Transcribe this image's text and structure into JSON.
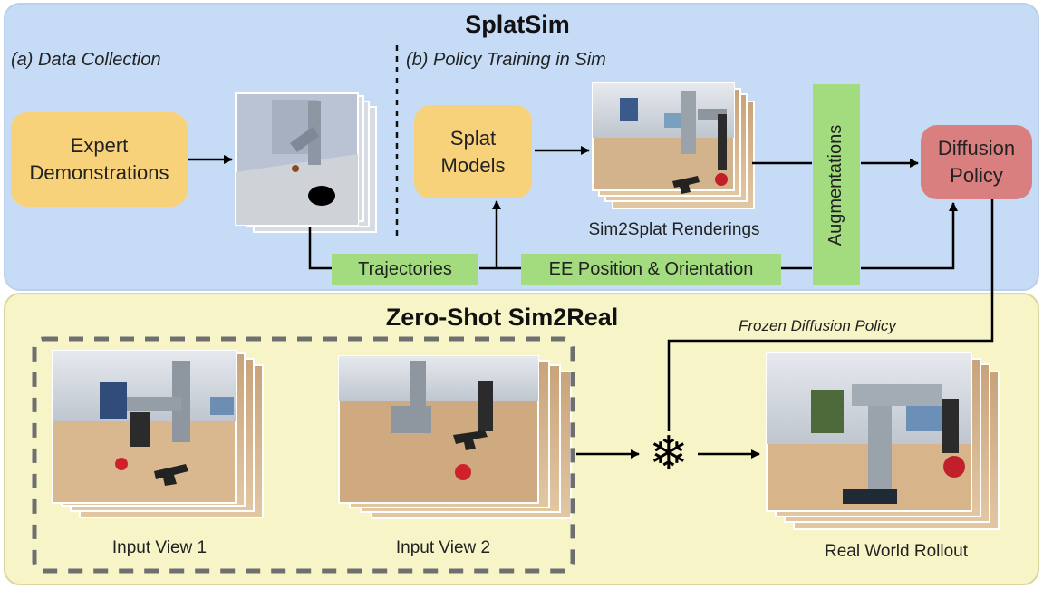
{
  "diagram": {
    "title_top": "SplatSim",
    "title_bottom": "Zero-Shot Sim2Real",
    "section_a": "(a) Data Collection",
    "section_b": "(b) Policy Training in Sim",
    "expert": "Expert\nDemonstrations",
    "splat_models": "Splat\nModels",
    "diffusion_policy": "Diffusion\nPolicy",
    "sim2splat": "Sim2Splat Renderings",
    "augmentations": "Augmentations",
    "trajectories": "Trajectories",
    "ee_pose": "EE Position & Orientation",
    "frozen_policy": "Frozen Diffusion Policy",
    "input_view_1": "Input View 1",
    "input_view_2": "Input View 2",
    "rollout": "Real World Rollout",
    "snowflake": "❄"
  },
  "colors": {
    "top_panel": "#c6dcf6",
    "bottom_panel": "#f7f5c8",
    "yellow_box": "#f8d27a",
    "pink_box": "#d97f7f",
    "green_label": "#a3dc7e"
  }
}
